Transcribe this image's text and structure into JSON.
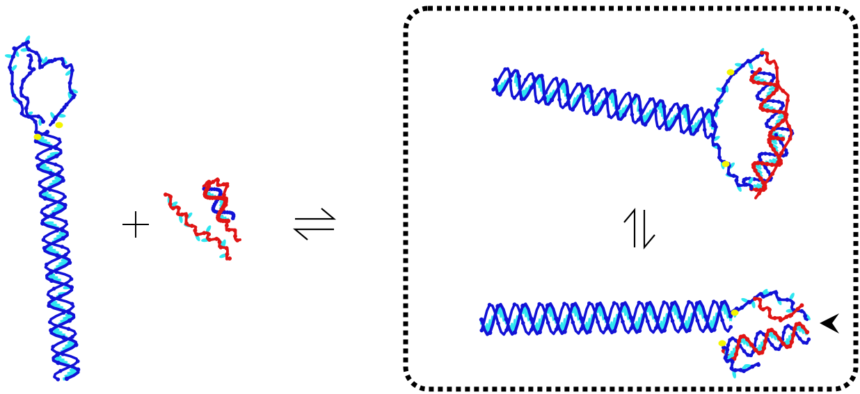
{
  "symbols": {
    "plus": "+",
    "equilibrium_horizontal": "⇌",
    "equilibrium_vertical": "⥮",
    "pointer": "➤"
  },
  "colors": {
    "backbone_template": "#1212d6",
    "backbone_invader": "#e01515",
    "bases": "#2ee6f0",
    "toehold_marker": "#f4f400",
    "box_border": "#000000"
  },
  "panels": [
    {
      "id": "hairpin-structure",
      "description_icon": "dna-hairpin-icon"
    },
    {
      "id": "invader-strand",
      "description_icon": "rna-strand-icon"
    },
    {
      "id": "bound-state-open",
      "description_icon": "dna-complex-icon"
    },
    {
      "id": "bound-state-closed",
      "description_icon": "dna-complex-icon"
    }
  ]
}
